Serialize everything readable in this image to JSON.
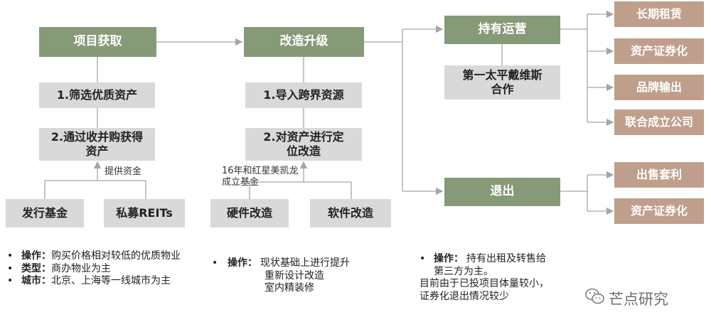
{
  "colors": {
    "header": "#879a78",
    "step": "#d9d9d9",
    "outcome": "#bf9f8c",
    "line": "#a6a6a6"
  },
  "acquire": {
    "title": "项目获取",
    "step1": "1.筛选优质资产",
    "step2": "2.通过收并购获得资产",
    "funding_note": "提供资金",
    "source1": "发行基金",
    "source2": "私募REITs"
  },
  "upgrade": {
    "title": "改造升级",
    "step1": "1.导入跨界资源",
    "step2": "2.对资产进行定位改造",
    "note": "16年和红星美凯龙成立基金",
    "type1": "硬件改造",
    "type2": "软件改造"
  },
  "operate": {
    "title": "持有运营",
    "partner": "第一太平戴维斯合作",
    "outcomes": [
      "长期租赁",
      "资产证券化",
      "品牌输出",
      "联合成立公司"
    ]
  },
  "exit": {
    "title": "退出",
    "outcomes": [
      "出售套利",
      "资产证券化"
    ]
  },
  "notes": {
    "col1": [
      {
        "label": "操作",
        "text": "购买价格相对较低的优质物业"
      },
      {
        "label": "类型",
        "text": "商办物业为主"
      },
      {
        "label": "城市",
        "text": "北京、上海等一线城市为主"
      }
    ],
    "col2": {
      "label": "操作",
      "line1": "现状基础上进行提升",
      "line2": "重新设计改造",
      "line3": "室内精装修"
    },
    "col3": {
      "label": "操作",
      "line1": "持有出租及转售给",
      "line2": "第三方为主。",
      "line3": "目前由于已投项目体量较小，",
      "line4": "证券化退出情况较少"
    }
  },
  "watermark": {
    "text": "芒点研究",
    "icon": "wechat-icon"
  }
}
